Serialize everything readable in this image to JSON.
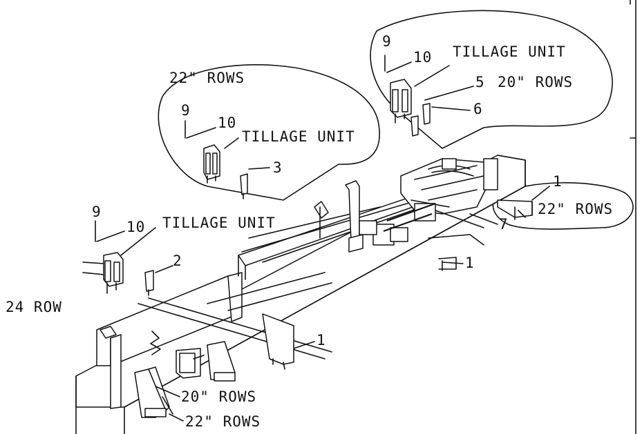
{
  "labels": {
    "tl_top_9": "9",
    "tl_top_10": "10",
    "tl_top_tillage": "TILLAGE UNIT",
    "tl_top_5": "5",
    "tl_top_20rows": "20\" ROWS",
    "tl_top_6": "6",
    "tl_mid_22rows": "22\" ROWS",
    "tl_mid_9": "9",
    "tl_mid_10": "10",
    "tl_mid_tillage": "TILLAGE UNIT",
    "tl_mid_3": "3",
    "tl_left_9": "9",
    "tl_left_10": "10",
    "tl_left_tillage": "TILLAGE UNIT",
    "tl_left_2": "2",
    "row24": "24 ROW",
    "right_1": "1",
    "right_22rows": "22\" ROWS",
    "right_7": "7",
    "right_1b": "1",
    "front_1": "1",
    "bottom_20rows": "20\" ROWS",
    "bottom_22rows": "22\" ROWS"
  },
  "colors": {
    "ink": "#111111",
    "paper": "#ffffff"
  }
}
